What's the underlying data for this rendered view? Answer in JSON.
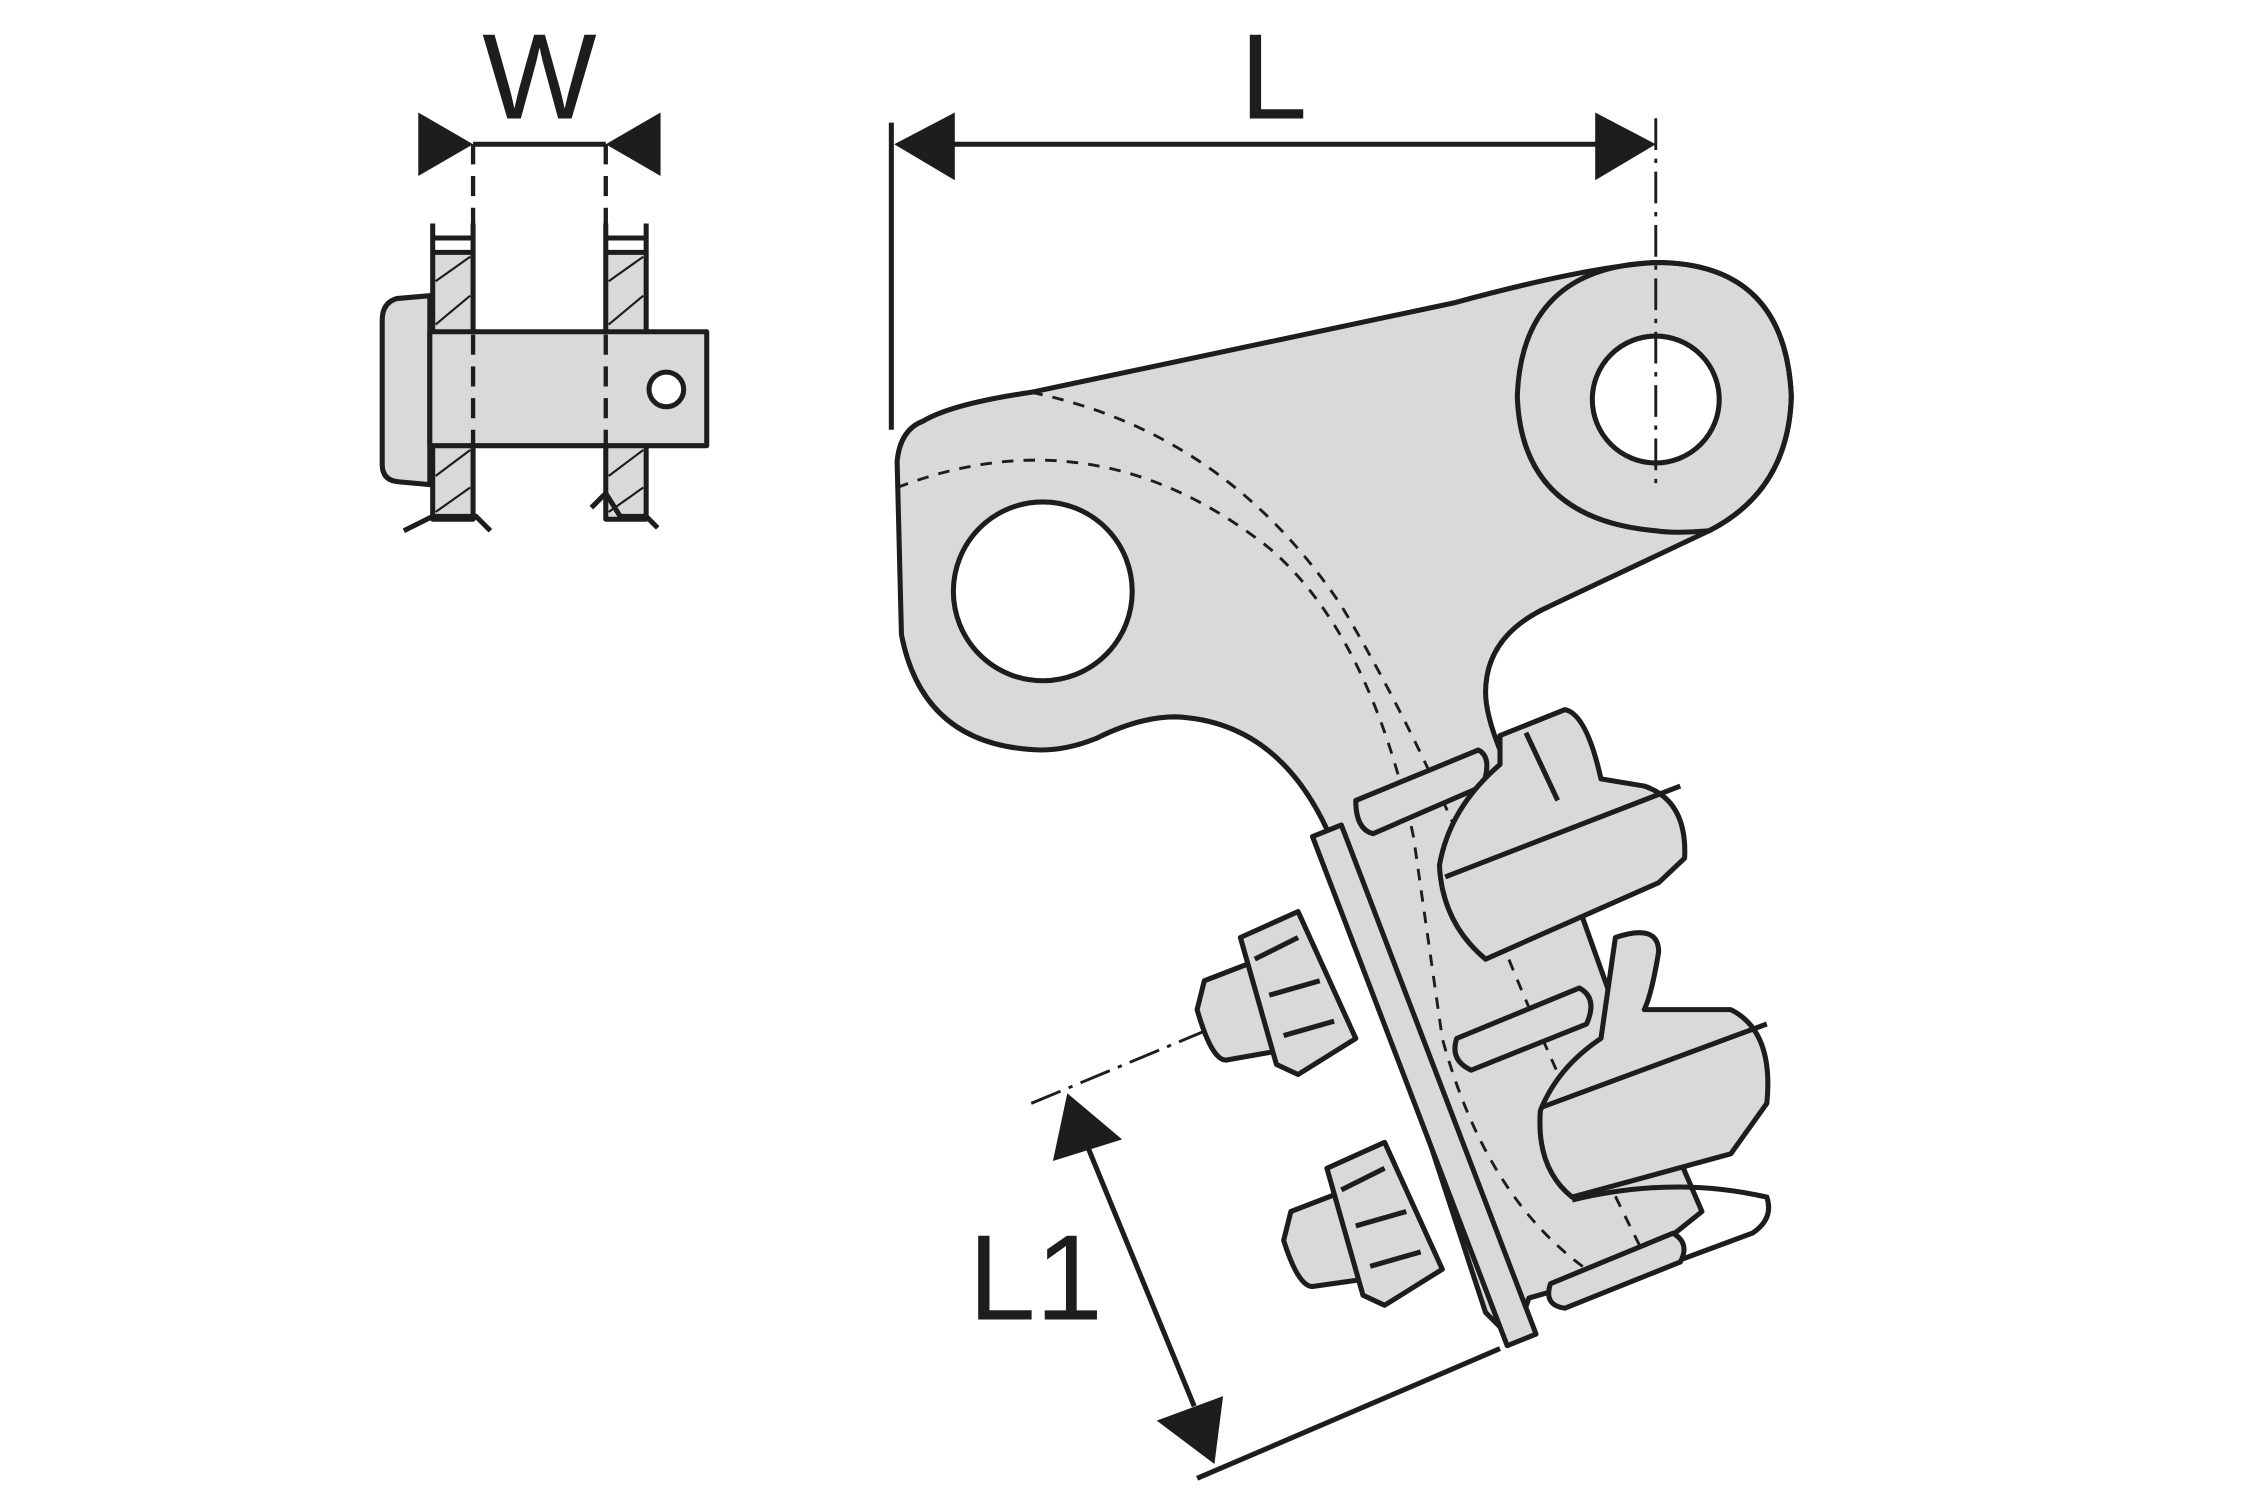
{
  "dimensions": {
    "width_label": "W",
    "length_label": "L",
    "length1_label": "L1"
  },
  "colors": {
    "part_fill": "#d9d9d9",
    "line": "#1d1d1b"
  }
}
